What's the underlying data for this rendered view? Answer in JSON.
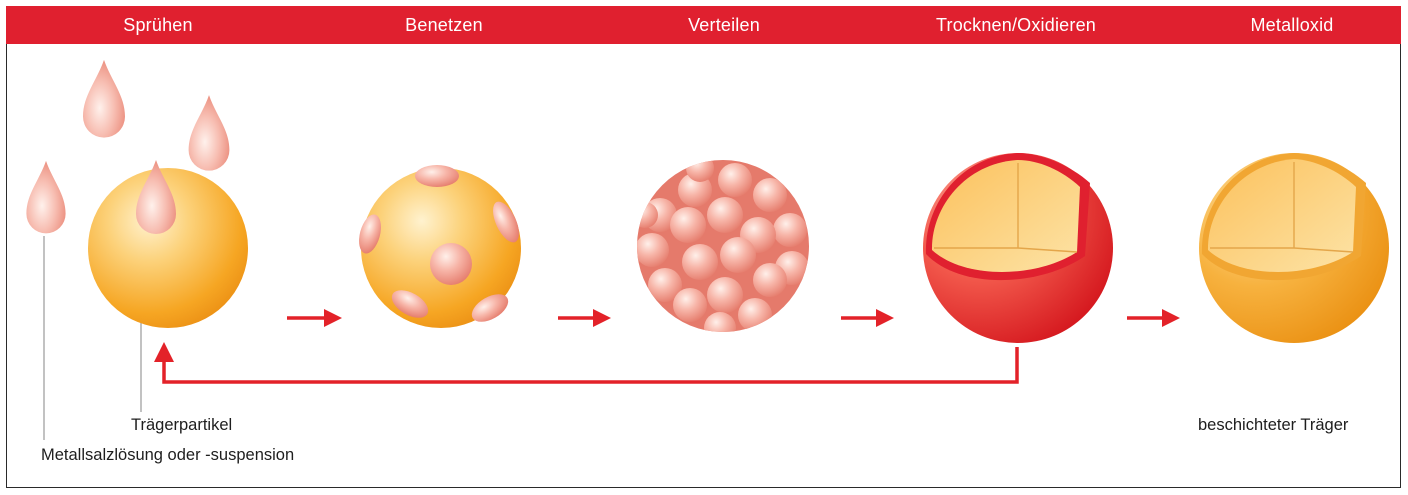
{
  "steps": [
    {
      "title": "Sprühen"
    },
    {
      "title": "Benetzen"
    },
    {
      "title": "Verteilen"
    },
    {
      "title": "Trocknen/Oxidieren"
    },
    {
      "title": "Metalloxid"
    }
  ],
  "labels": {
    "carrier_particle": "Trägerpartikel",
    "metal_salt_solution": "Metallsalzlösung oder -suspension",
    "coated_carrier": "beschichteter Träger"
  },
  "colors": {
    "header_red": "#e0202f",
    "arrow_red": "#e32229",
    "carrier_orange": "#f6a623",
    "droplet_pink": "#f0a195",
    "header_text": "#ffffff"
  }
}
